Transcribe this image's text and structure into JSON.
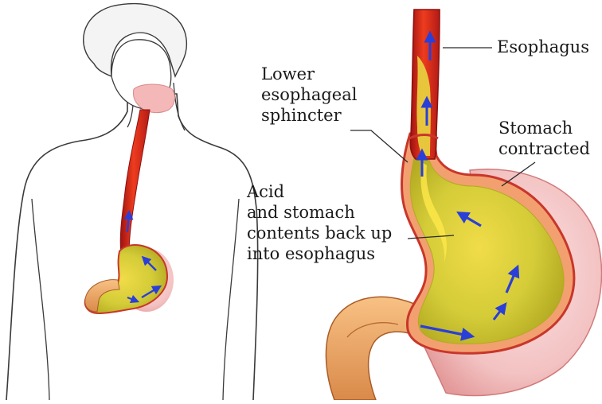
{
  "labels": {
    "esophagus": "Esophagus",
    "les": [
      "Lower",
      "esophageal",
      "sphincter"
    ],
    "stomach_contracted": [
      "Stomach",
      "contracted"
    ],
    "acid": [
      "Acid",
      "and stomach",
      "contents back up",
      "into esophagus"
    ]
  },
  "colors": {
    "outline": "#3a3a3a",
    "skin": "#ffffff",
    "esophagus_wall": "#b01818",
    "esophagus_inner": "#e83a1a",
    "stomach_outer": "#f2a070",
    "stomach_wall": "#c9362a",
    "gastric_contents": "#c4c030",
    "contents_highlight": "#ffe84a",
    "muscle_pink": "#f6c7c7",
    "arrow": "#2a3fd8",
    "hair": "#f4f4f4"
  }
}
